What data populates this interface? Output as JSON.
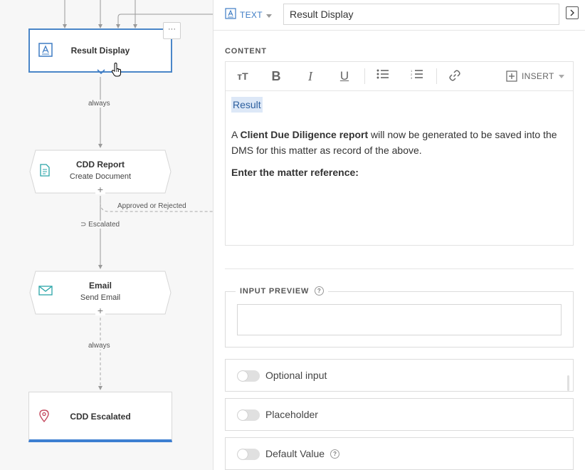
{
  "flow": {
    "nodes": {
      "result_display": {
        "title": "Result Display",
        "more": "···"
      },
      "cdd_report": {
        "title": "CDD Report",
        "subtitle": "Create Document"
      },
      "email": {
        "title": "Email",
        "subtitle": "Send Email"
      },
      "cdd_escalated": {
        "title": "CDD Escalated"
      }
    },
    "edges": {
      "always_1": "always",
      "approved_or_rejected": "Approved or Rejected",
      "escalated": "⊃ Escalated",
      "always_2": "always"
    },
    "plus": "+"
  },
  "panel": {
    "type_label": "TEXT",
    "title_value": "Result Display",
    "content_label": "CONTENT",
    "toolbar": {
      "font_size": "ᴛT",
      "bold": "B",
      "italic": "I",
      "underline": "U",
      "insert": "INSERT"
    },
    "content": {
      "token": "Result",
      "para1_a": "A ",
      "para1_bold": "Client Due Diligence report",
      "para1_b": " will now be generated to be saved into the DMS for this matter as record of the above.",
      "para2": "Enter the matter reference:"
    },
    "input_preview_label": "INPUT PREVIEW",
    "options": {
      "optional_input": "Optional input",
      "placeholder": "Placeholder",
      "default_value": "Default Value"
    },
    "help": "?"
  },
  "colors": {
    "accent": "#3e7cc4",
    "escalated_bar": "#3d7fd1",
    "pin": "#c44a5f",
    "email_icon": "#2aa5a8",
    "doc_icon": "#2aa5a8"
  }
}
